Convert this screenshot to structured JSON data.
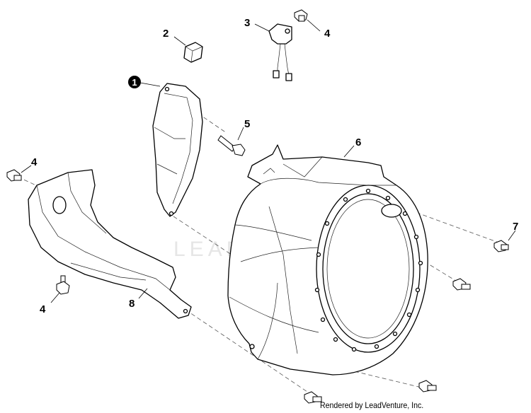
{
  "watermark": "LEADVENTURE",
  "credit": "Rendered by LeadVenture, Inc.",
  "callouts": {
    "c1": "1",
    "c2": "2",
    "c3": "3",
    "c4a": "4",
    "c4b": "4",
    "c4c": "4",
    "c5": "5",
    "c6": "6",
    "c7": "7",
    "c8": "8"
  },
  "colors": {
    "line": "#000000",
    "badge": "#000000",
    "watermark": "#e6e6e6"
  }
}
